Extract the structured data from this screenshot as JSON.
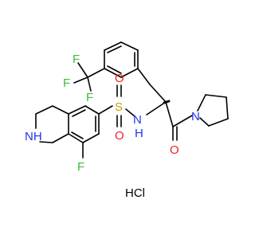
{
  "molecule": {
    "atoms": {
      "cf3_f_top": "F",
      "cf3_f_left": "F",
      "cf3_f_right": "F",
      "sulfonyl_s": "S",
      "sulfonyl_o_top": "O",
      "sulfonyl_o_bottom": "O",
      "amide_nh": "N",
      "amide_nh_h": "H",
      "amine_nh": "NH",
      "aryl_f": "F",
      "amide_o": "O",
      "pyrrolidine_n": "N"
    },
    "counter_ion": "HCl",
    "colors": {
      "fluorine": "#3bbd3b",
      "sulfur": "#c7a300",
      "oxygen": "#ee2222",
      "nitrogen": "#2233ee",
      "bond": "#000000"
    }
  }
}
